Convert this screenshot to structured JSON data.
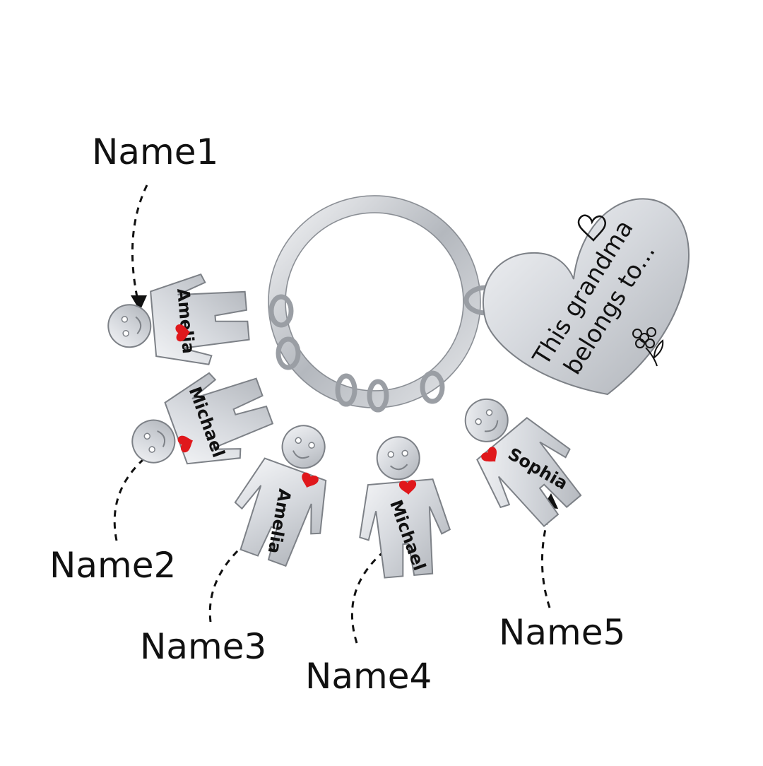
{
  "callouts": [
    "Name1",
    "Name2",
    "Name3",
    "Name4",
    "Name5"
  ],
  "charms": [
    {
      "name": "Amelia"
    },
    {
      "name": "Michael"
    },
    {
      "name": "Amelia"
    },
    {
      "name": "Michael"
    },
    {
      "name": "Sophia"
    }
  ],
  "heart_tag": {
    "line1": "This grandma",
    "line2": "belongs to..."
  },
  "colors": {
    "background": "#ffffff",
    "steel": "#d8dbe0",
    "steel_edge": "#7d8187",
    "heart_accent": "#e0181c",
    "ink": "#111111"
  },
  "icons": [
    "heart-outline-icon",
    "flower-icon",
    "heart-filled-icon",
    "dashed-arrow-icon"
  ]
}
